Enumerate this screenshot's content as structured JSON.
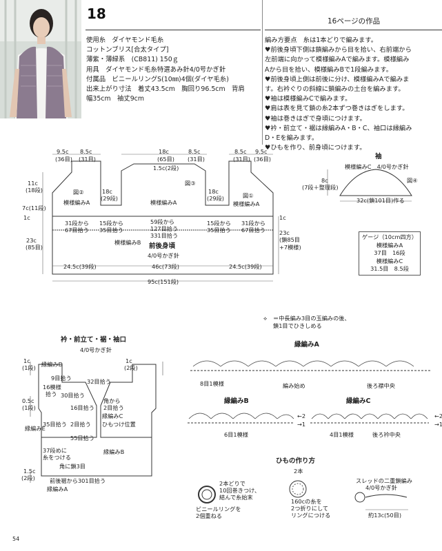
{
  "pattern_number": "18",
  "page_ref": "16ページの作品",
  "materials": {
    "yarn": "使用糸　ダイヤモンド毛糸",
    "yarn_name": "コットンブリス[合太タイプ]",
    "color": "薄紫・薄緑系　(CB811) 150ｇ",
    "tools": "用具　ダイヤモンド毛糸特選あみ針4/0号かぎ針",
    "accessories": "付属品　ビニールリングS(10㎜)4個(ダイヤ毛糸)",
    "finished_size_1": "出来上がり寸法　着丈43.5cm　胸回り96.5cm　背肩",
    "finished_size_2": "幅35cm　袖丈9cm"
  },
  "method": [
    "編み方要点　糸は1本どりで編みます。",
    "♥前後身頃下側は鎖編みから目を拾い、右前端から",
    "左前端に向かって模様編みAで編みます。模様編み",
    "Aから目を拾い、模様編みBで1段編みます。",
    "♥前後身頃上側は前後に分け、模様編みAで編みま",
    "す。右衿ぐりの斜線に鎖編みの土台を編みます。",
    "♥袖は模様編みCで編みます。",
    "♥肩は表を見て鎖の糸2本ずつ巻きはぎをします。",
    "♥袖は巻きはぎで身頃につけます。",
    "♥衿・前立て・裾は縁編みA・B・C、袖口は縁編み",
    "D・Eを編みます。",
    "♥ひもを作り、前身頃につけます。"
  ],
  "body_diagram": {
    "top_dims": [
      "9.5c",
      "(36目)",
      "8.5c",
      "(31目)",
      "18c",
      "(65目)",
      "8.5c",
      "(31目)",
      "8.5c",
      "(31目)",
      "9.5c",
      "(36目)"
    ],
    "back_neck": "1.5c(2段)",
    "armhole": "18c",
    "armhole_rows": "(29段)",
    "left_side": [
      "11c",
      "(18段)",
      "7c(11段)",
      "1c",
      "23c",
      "(85目)"
    ],
    "fig_labels": [
      "図②",
      "図③",
      "図①"
    ],
    "pattern_a": "模様編みA",
    "pattern_b": "模様編みB",
    "pick_up": [
      "31段から",
      "67目拾う",
      "15段から",
      "35目拾う",
      "59段から",
      "127目拾う",
      "331目拾う"
    ],
    "title": "前後身頃",
    "hook": "4/0号かぎ針",
    "right_side": [
      "23c",
      "(鎖85目",
      "+7模様)",
      "1c"
    ],
    "bottom_dims": [
      "24.5c(39段)",
      "46c(73段)",
      "24.5c(39段)",
      "95c(151段)"
    ]
  },
  "sleeve": {
    "title": "袖",
    "pattern": "模様編みC　4/0号かぎ針",
    "height": "8c",
    "rows": "(7段＋整理段)",
    "width": "32c(鎖101目)作る",
    "fig": "図④"
  },
  "gauge": {
    "title": "ゲージ（10cm四方）",
    "a": "模様編みA",
    "a_vals": "37目　16段",
    "c": "模様編みC",
    "c_vals": "31.5目　8.5段"
  },
  "legend": [
    "＝中長編み3目の玉編みの後、",
    "鎖1目でひきしめる"
  ],
  "edge": {
    "title": "衿・前立て・裾・袖口",
    "hook": "4/0号かぎ針",
    "labels": [
      "1c",
      "(1段)",
      "縁編みD",
      "9目拾う",
      "16模様",
      "拾う",
      "30目拾う",
      "0.5c",
      "(1段)",
      "縁編みE",
      "35目拾う",
      "2目拾う",
      "37段めに",
      "糸をつける",
      "1.5c",
      "(2段)",
      "1c",
      "(2段)",
      "32目拾う",
      "角から",
      "2目拾う",
      "16目拾う",
      "縁編みC",
      "ひもつけ位置",
      "55目拾う",
      "縁編みB",
      "角に鎖3目",
      "前後裾から301目拾う",
      "縁編みA"
    ]
  },
  "edging_a": {
    "title": "縁編みA",
    "labels": [
      "8目1模様",
      "編み始め",
      "後ろ襟中央"
    ]
  },
  "edging_b": {
    "title": "縁編みB",
    "labels": [
      "6目1模様",
      "←2",
      "→1"
    ]
  },
  "edging_c": {
    "title": "縁編みC",
    "labels": [
      "4目1模様",
      "後ろ衿中央",
      "←2",
      "→1"
    ]
  },
  "cord": {
    "title": "ひもの作り方",
    "count": "2本",
    "step1": [
      "2本どりで",
      "10回巻きつけ、",
      "結んで糸始末"
    ],
    "step2": [
      "ビニールリングを",
      "2個重ねる"
    ],
    "step3": [
      "160cの糸を",
      "2つ折りにして",
      "リングにつける"
    ],
    "step4": [
      "スレッドの二重鎖編み",
      "4/0号かぎ針"
    ],
    "length": "約13c(50目)"
  },
  "page_number": "54"
}
